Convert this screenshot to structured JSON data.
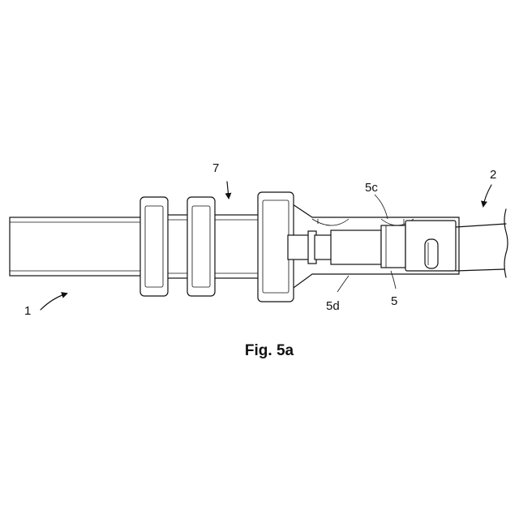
{
  "figure": {
    "caption": "Fig. 5a",
    "labels": {
      "part_1": "1",
      "part_2": "2",
      "part_7": "7",
      "part_5c": "5c",
      "part_5d": "5d",
      "part_5": "5"
    }
  }
}
